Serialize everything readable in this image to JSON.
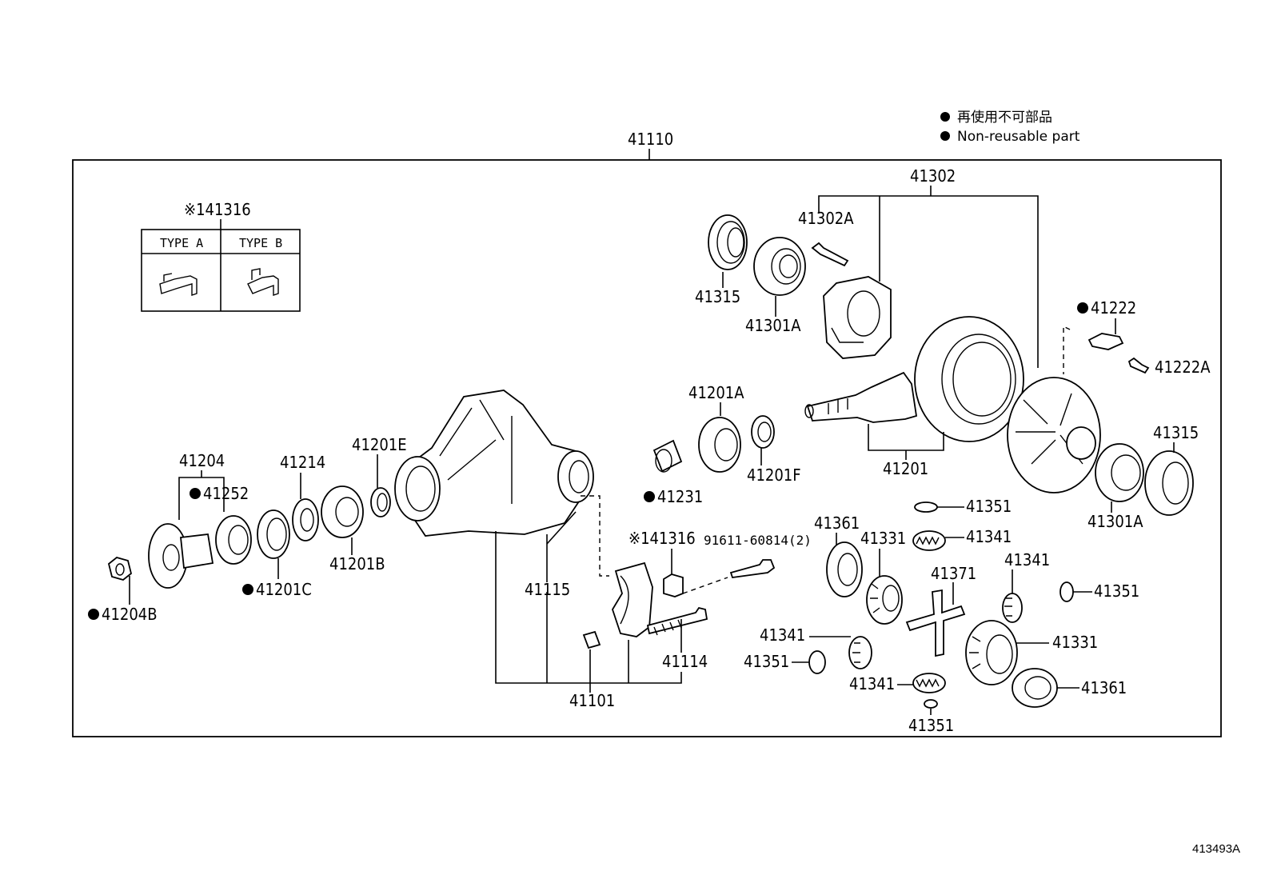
{
  "legend": {
    "japanese": "再使用不可部品",
    "english": "Non-reusable part"
  },
  "assembly_number": "41110",
  "reference_code": "413493A",
  "type_box": {
    "title": "※141316",
    "type_a": "TYPE A",
    "type_b": "TYPE B"
  },
  "labels": {
    "p41302": "41302",
    "p41302A": "41302A",
    "p41315_top": "41315",
    "p41301A_top": "41301A",
    "p41222": "41222",
    "p41222A": "41222A",
    "p41201A": "41201A",
    "p41201F": "41201F",
    "p41231": "41231",
    "p41201": "41201",
    "p41315_right": "41315",
    "p41301A_right": "41301A",
    "p41204": "41204",
    "p41252": "41252",
    "p41214": "41214",
    "p41201E": "41201E",
    "p41201B": "41201B",
    "p41201C": "41201C",
    "p41204B": "41204B",
    "p41115": "41115",
    "p41316_mid": "※141316",
    "bolt_spec": "91611-60814(2)",
    "p41114": "41114",
    "p41101": "41101",
    "p41351_a": "41351",
    "p41341_a": "41341",
    "p41361_top": "41361",
    "p41331_top": "41331",
    "p41371": "41371",
    "p41341_b": "41341",
    "p41351_b": "41351",
    "p41341_c": "41341",
    "p41351_c": "41351",
    "p41331_bottom": "41331",
    "p41341_d": "41341",
    "p41361_bottom": "41361",
    "p41351_d": "41351"
  }
}
